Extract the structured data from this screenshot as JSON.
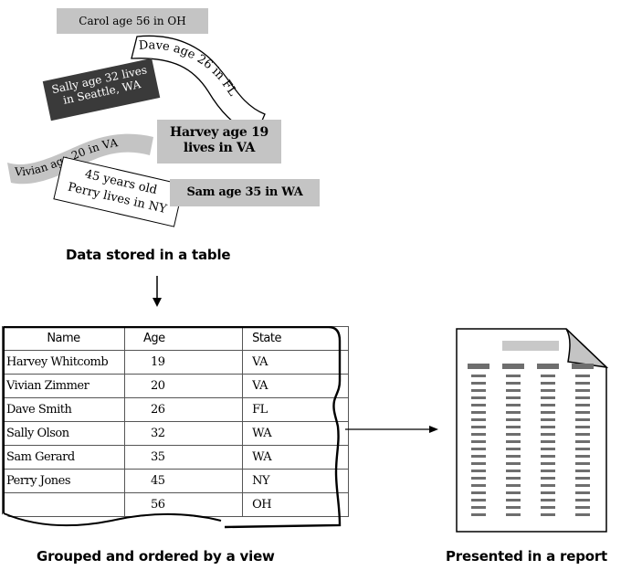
{
  "notes": [
    {
      "text": "Carol age 56 in OH"
    },
    {
      "text": "Dave age 26 in FL"
    },
    {
      "line1": "Sally age 32 lives",
      "line2": "in Seattle, WA"
    },
    {
      "line1": "Harvey age 19",
      "line2": "lives in VA"
    },
    {
      "text": "Vivian age 20 in VA"
    },
    {
      "line1": "45 years old",
      "line2": "Perry lives in NY"
    },
    {
      "text": "Sam age 35 in WA"
    }
  ],
  "captions": {
    "stored": "Data stored in a table",
    "view": "Grouped and ordered by a view",
    "report": "Presented in a report"
  },
  "table": {
    "headers": [
      "Name",
      "Age",
      "State"
    ],
    "rows": [
      [
        "Harvey Whitcomb",
        "19",
        "VA"
      ],
      [
        "Vivian Zimmer",
        "20",
        "VA"
      ],
      [
        "Dave Smith",
        "26",
        "FL"
      ],
      [
        "Sally Olson",
        "32",
        "WA"
      ],
      [
        "Sam Gerard",
        "35",
        "WA"
      ],
      [
        "Perry Jones",
        "45",
        "NY"
      ],
      [
        "",
        "56",
        "OH"
      ]
    ]
  },
  "colors": {
    "note_gray": "#c4c4c4",
    "note_dark": "#3a3a3a",
    "report_header": "#c8c8c8",
    "report_bars": "#6e6e6e"
  }
}
